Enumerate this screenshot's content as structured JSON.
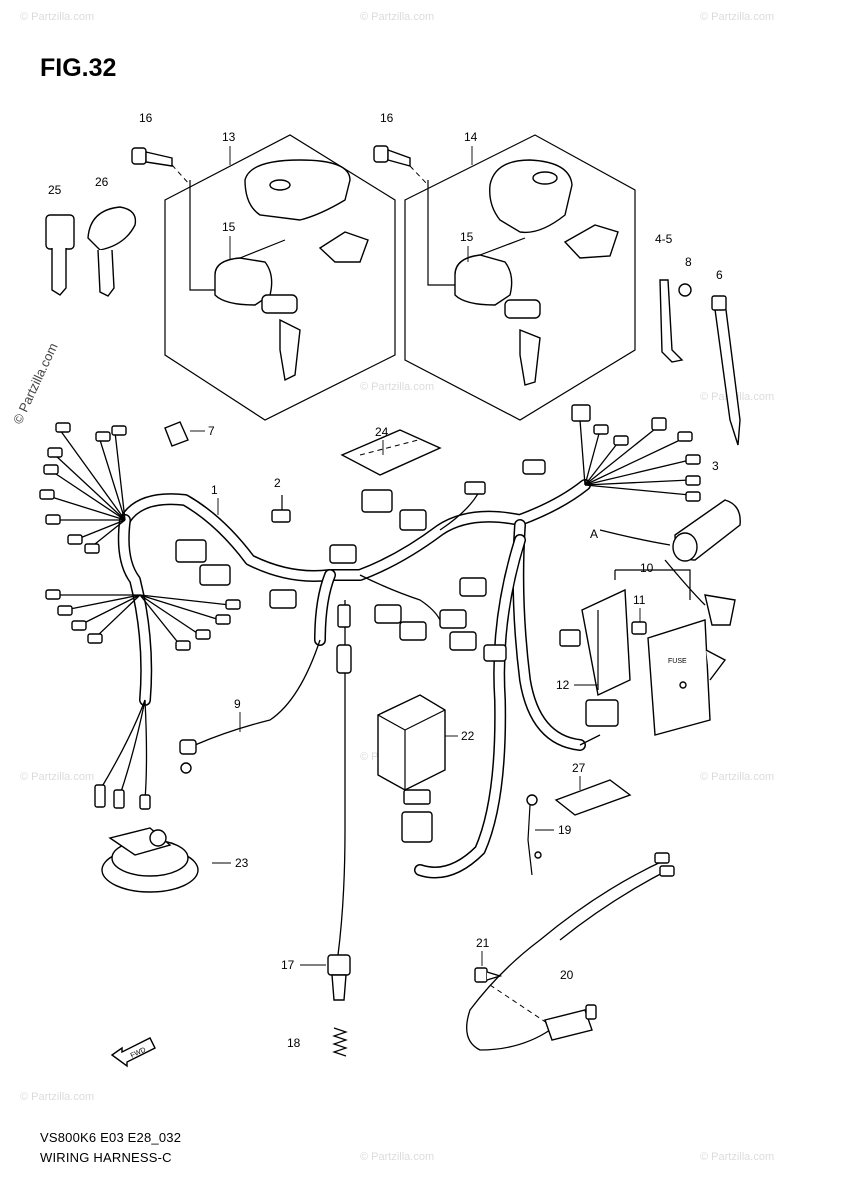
{
  "title": "FIG.32",
  "footer": {
    "code": "VS800K6 E03 E28_032",
    "name": "WIRING HARNESS-C"
  },
  "watermark": "© Partzilla.com",
  "parts": {
    "p1": "1",
    "p2": "2",
    "p3": "3",
    "p4_5": "4-5",
    "p6": "6",
    "p7": "7",
    "p8": "8",
    "p9": "9",
    "p10": "10",
    "p11": "11",
    "p12": "12",
    "p13": "13",
    "p14": "14",
    "p15a": "15",
    "p15b": "15",
    "p16a": "16",
    "p16b": "16",
    "p17": "17",
    "p18": "18",
    "p19": "19",
    "p20": "20",
    "p21": "21",
    "p22": "22",
    "p23": "23",
    "p24": "24",
    "p25": "25",
    "p26": "26",
    "p27": "27",
    "pA": "A"
  },
  "markings": {
    "fuse_cover": "FUSE",
    "direction_arrow": "FWD"
  }
}
